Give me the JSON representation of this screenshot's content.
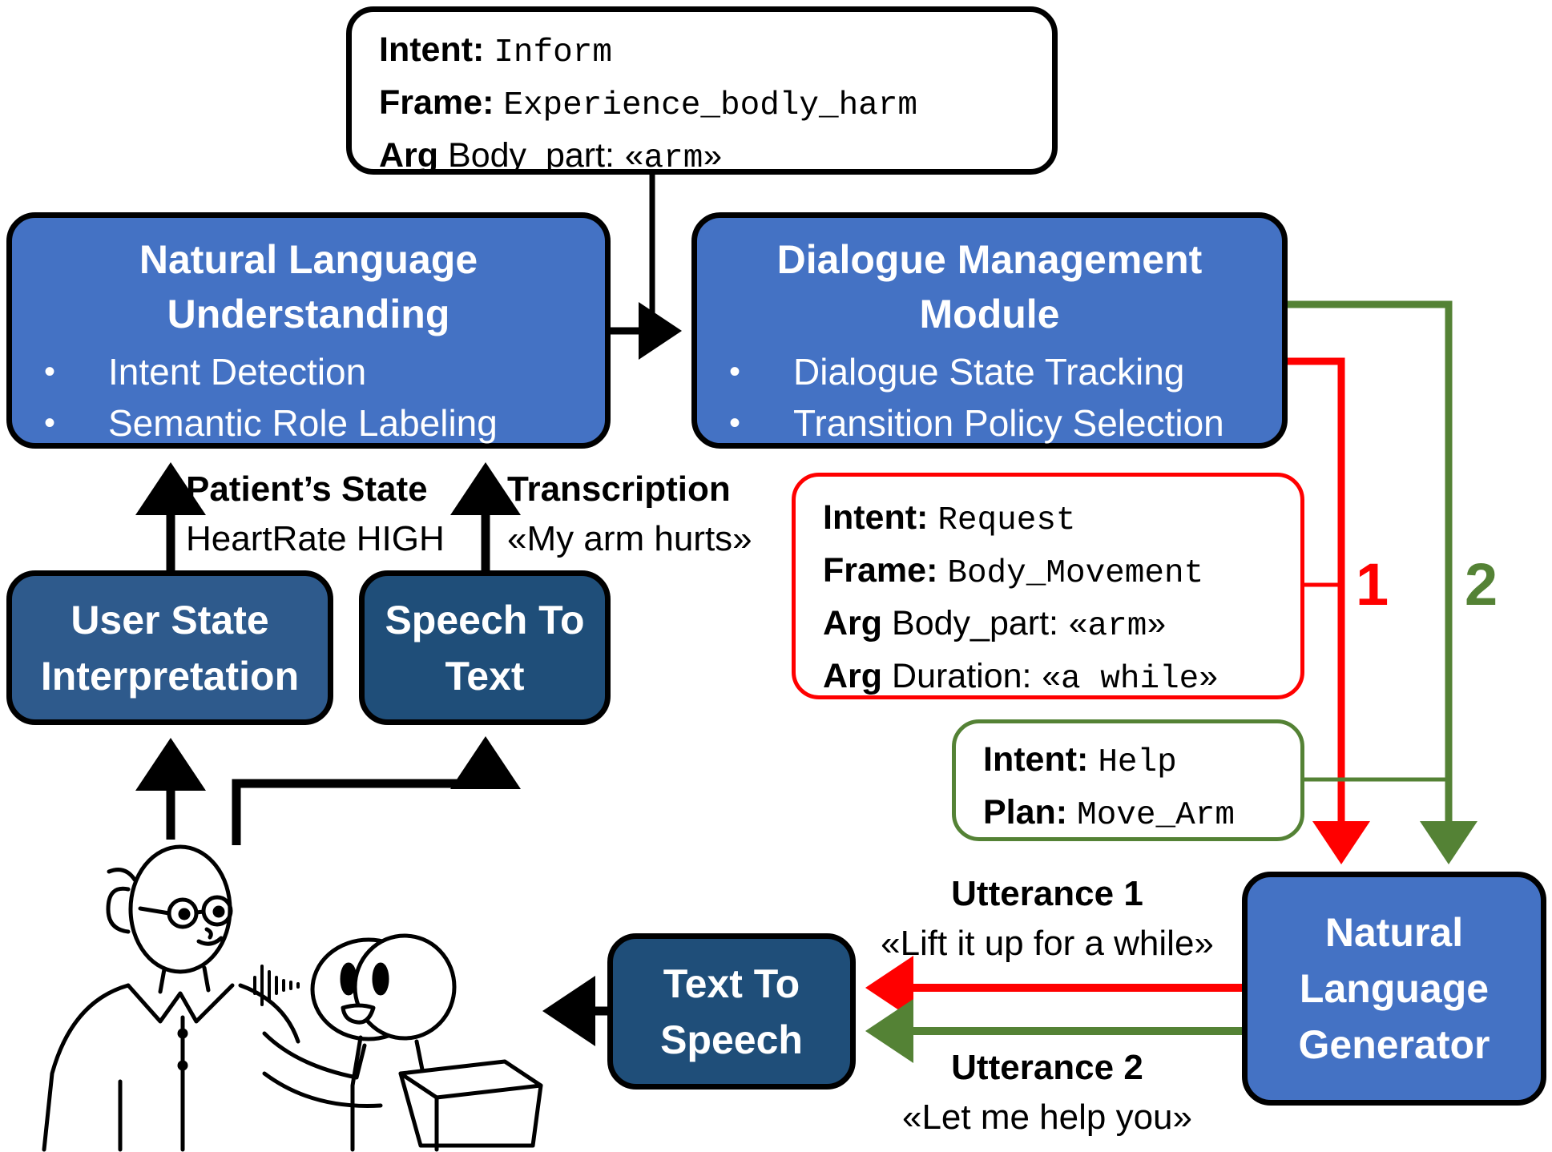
{
  "modules": {
    "nlu": {
      "title_line1": "Natural Language",
      "title_line2": "Understanding",
      "items": [
        "Intent Detection",
        "Semantic Role Labeling"
      ]
    },
    "dm": {
      "title_line1": "Dialogue Management",
      "title_line2": "Module",
      "items": [
        "Dialogue State Tracking",
        "Transition Policy Selection"
      ]
    },
    "usi": {
      "line1": "User State",
      "line2": "Interpretation"
    },
    "stt": {
      "line1": "Speech To",
      "line2": "Text"
    },
    "tts": {
      "line1": "Text To",
      "line2": "Speech"
    },
    "nlg": {
      "line1": "Natural",
      "line2": "Language",
      "line3": "Generator"
    }
  },
  "frames": {
    "top": {
      "intent_key": "Intent:",
      "intent_val": "Inform",
      "frame_key": "Frame:",
      "frame_val": "Experience_bodly_harm",
      "arg_key": "Arg",
      "arg_name": "Body_part:",
      "arg_val": "«arm»"
    },
    "red": {
      "intent_key": "Intent:",
      "intent_val": "Request",
      "frame_key": "Frame:",
      "frame_val": "Body_Movement",
      "arg1_key": "Arg",
      "arg1_name": "Body_part:",
      "arg1_val": "«arm»",
      "arg2_key": "Arg",
      "arg2_name": "Duration:",
      "arg2_val": "«a while»"
    },
    "green": {
      "intent_key": "Intent:",
      "intent_val": "Help",
      "plan_key": "Plan:",
      "plan_val": "Move_Arm"
    }
  },
  "labels": {
    "patient_state_title": "Patient’s State",
    "patient_state_value": "HeartRate HIGH",
    "transcription_title": "Transcription",
    "transcription_value": "«My arm hurts»",
    "utterance1_title": "Utterance 1",
    "utterance1_value": "«Lift it up for a while»",
    "utterance2_title": "Utterance 2",
    "utterance2_value": "«Let me help you»"
  },
  "paths": {
    "red_number": "1",
    "green_number": "2",
    "red_color": "#ff0000",
    "green_color": "#548235"
  },
  "colors": {
    "module_blue": "#4472c4",
    "module_dark": "#2e5a8c",
    "module_darker": "#1f4e79"
  },
  "illustration": {
    "icon": "person-and-robot-sketch"
  }
}
